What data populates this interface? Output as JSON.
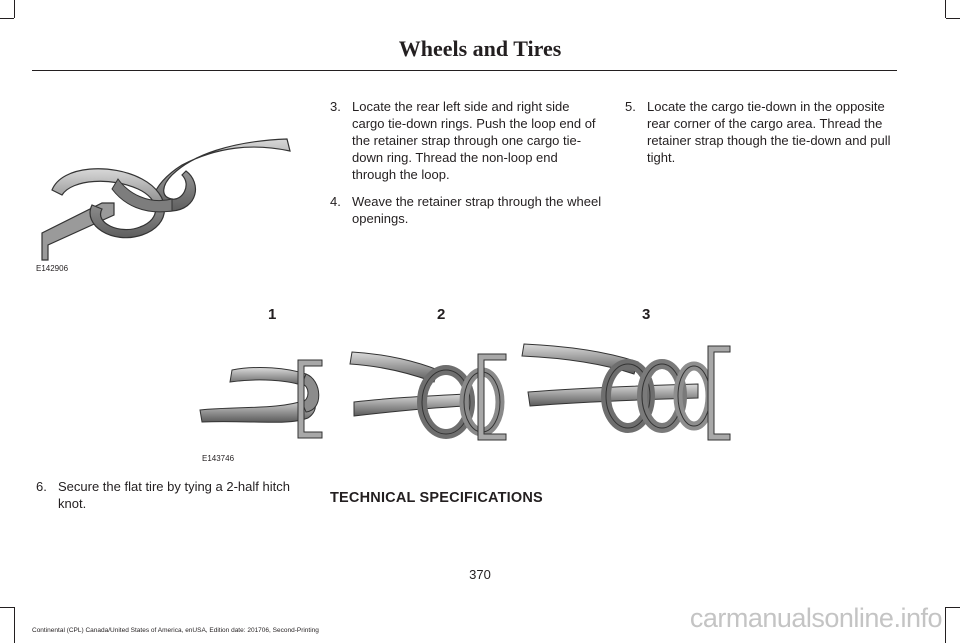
{
  "header": {
    "title": "Wheels and Tires"
  },
  "steps_col2": [
    {
      "num": "3.",
      "text": "Locate the rear left side and right side cargo tie-down rings. Push the loop end of the retainer strap through one cargo tie-down ring. Thread the non-loop end through the loop."
    },
    {
      "num": "4.",
      "text": "Weave the retainer strap through the wheel openings."
    }
  ],
  "steps_col3": [
    {
      "num": "5.",
      "text": "Locate the cargo tie-down in the opposite rear corner of the cargo area. Thread the retainer strap though the tie-down and pull tight."
    }
  ],
  "steps_col1": [
    {
      "num": "6.",
      "text": "Secure the flat tire by tying a 2-half hitch knot."
    }
  ],
  "figures": {
    "fig1_code": "E142906",
    "fig2_code": "E143746",
    "panel_labels": [
      "1",
      "2",
      "3"
    ]
  },
  "section_heading": "TECHNICAL SPECIFICATIONS",
  "page_number": "370",
  "footer": "Continental (CPL) Canada/United States of America, enUSA, Edition date: 201706, Second-Printing",
  "watermark": "carmanualsonline.info"
}
